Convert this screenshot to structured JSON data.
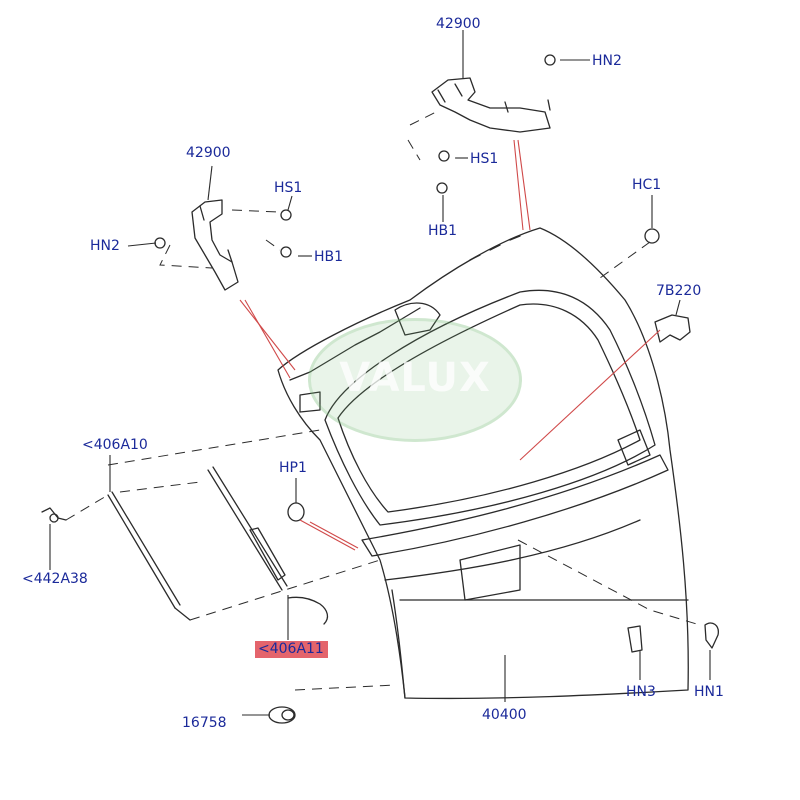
{
  "labels": {
    "hinge_right": "42900",
    "hn2_top": "HN2",
    "hinge_left": "42900",
    "hs1_right": "HS1",
    "hs1_left": "HS1",
    "hb1_right": "HB1",
    "hb1_left": "HB1",
    "hn2_left": "HN2",
    "hc1": "HC1",
    "part_7b220": "7B220",
    "strut_left": "<406A10",
    "part_442a38": "<442A38",
    "hp1": "HP1",
    "strut_right": "<406A11",
    "hn3": "HN3",
    "hn1": "HN1",
    "liftgate": "40400",
    "part_16758": "16758"
  },
  "watermark": "VALUX",
  "colors": {
    "label": "#1b2a9a",
    "highlight": "#e4646c",
    "leader": "#d04a4a",
    "line": "#2b2b2b"
  }
}
